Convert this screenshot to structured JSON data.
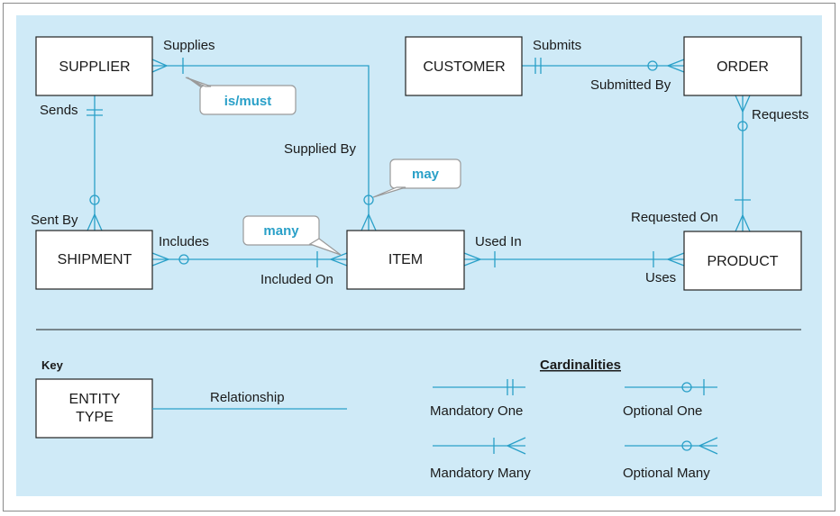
{
  "entities": {
    "supplier": "SUPPLIER",
    "customer": "CUSTOMER",
    "order": "ORDER",
    "shipment": "SHIPMENT",
    "item": "ITEM",
    "product": "PRODUCT"
  },
  "labels": {
    "supplies": "Supplies",
    "sends": "Sends",
    "supplied_by": "Supplied By",
    "sent_by": "Sent By",
    "includes": "Includes",
    "included_on": "Included On",
    "used_in": "Used In",
    "uses": "Uses",
    "submits": "Submits",
    "submitted_by": "Submitted By",
    "requests": "Requests",
    "requested_on": "Requested On"
  },
  "callouts": {
    "is_must": "is/must",
    "may": "may",
    "many": "many"
  },
  "key": {
    "title": "Key",
    "entity_line1": "ENTITY",
    "entity_line2": "TYPE",
    "relationship": "Relationship"
  },
  "cardinalities": {
    "title": "Cardinalities",
    "mandatory_one": "Mandatory One",
    "optional_one": "Optional One",
    "mandatory_many": "Mandatory Many",
    "optional_many": "Optional Many"
  },
  "colors": {
    "line": "#2aa0c8",
    "panel": "#cfeaf7",
    "callout_text": "#2aa0c8"
  }
}
